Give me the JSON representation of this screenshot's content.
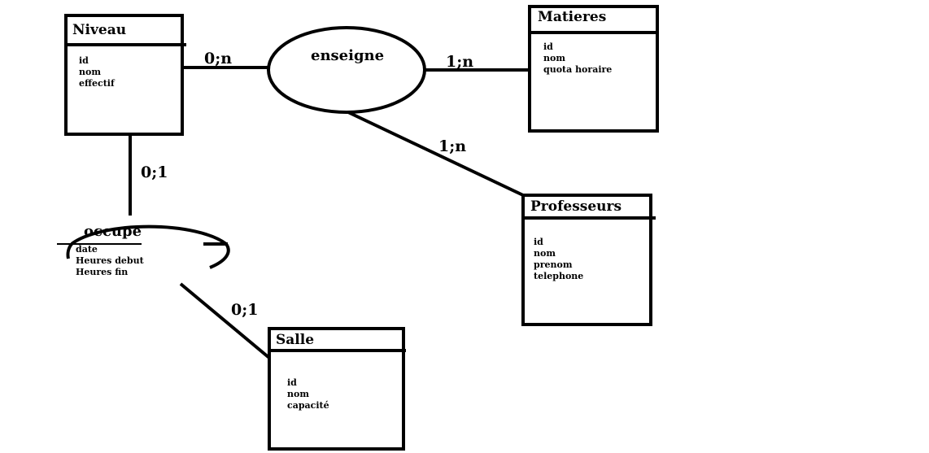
{
  "entities": {
    "niveau": {
      "title": "Niveau",
      "attributes": [
        "id",
        "nom",
        "effectif"
      ]
    },
    "matieres": {
      "title": "Matieres",
      "attributes": [
        "id",
        "nom",
        "quota horaire"
      ]
    },
    "professeurs": {
      "title": "Professeurs",
      "attributes": [
        "id",
        "nom",
        "prenom",
        "telephone"
      ]
    },
    "salle": {
      "title": "Salle",
      "attributes": [
        "id",
        "nom",
        "capacité"
      ]
    }
  },
  "relationships": {
    "enseigne": {
      "title": "enseigne"
    },
    "occupe": {
      "title": "occupe",
      "attributes": [
        "date",
        "Heures debut",
        "Heures fin"
      ]
    }
  },
  "cardinalities": {
    "niveau_enseigne": "0;n",
    "enseigne_matieres": "1;n",
    "enseigne_professeurs": "1;n",
    "niveau_occupe": "0;1",
    "occupe_salle": "0;1"
  }
}
